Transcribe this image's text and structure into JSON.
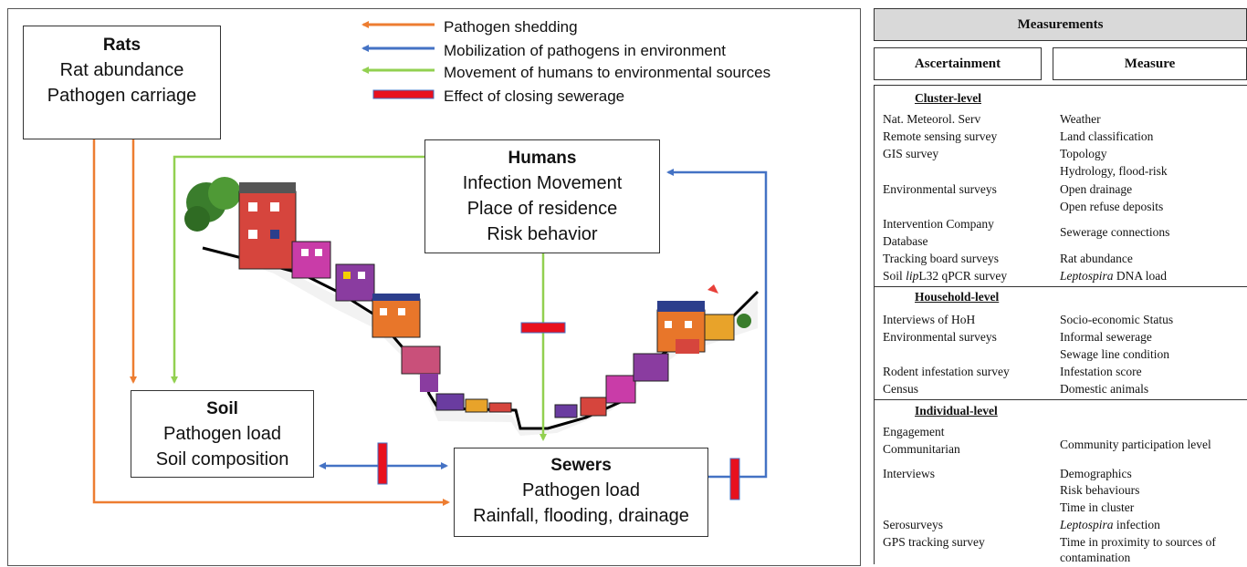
{
  "legend": {
    "items": [
      {
        "label": "Pathogen shedding",
        "color": "#ED7D31"
      },
      {
        "label": "Mobilization of pathogens in environment",
        "color": "#4472C4"
      },
      {
        "label": "Movement of humans to environmental sources",
        "color": "#92D050"
      },
      {
        "label": "Effect of closing sewerage",
        "color": "#E8101E"
      }
    ]
  },
  "boxes": {
    "rats": {
      "title": "Rats",
      "lines": [
        "Rat abundance",
        "Pathogen carriage"
      ]
    },
    "humans": {
      "title": "Humans",
      "lines": [
        "Infection Movement",
        "Place of residence",
        "Risk behavior"
      ]
    },
    "soil": {
      "title": "Soil",
      "lines": [
        "Pathogen load",
        "Soil composition"
      ]
    },
    "sewers": {
      "title": "Sewers",
      "lines": [
        "Pathogen load",
        "Rainfall, flooding, drainage"
      ]
    }
  },
  "table": {
    "header": "Measurements",
    "col_ascertainment": "Ascertainment",
    "col_measure": "Measure",
    "sections": {
      "cluster": {
        "title": "Cluster-level",
        "a": [
          "Nat. Meteorol. Serv",
          "Remote sensing survey",
          "GIS survey",
          "",
          "Environmental surveys",
          "",
          "Intervention Company",
          "Database",
          "Tracking board surveys",
          "Soil lipL32 qPCR survey"
        ],
        "b": [
          "Weather",
          "Land classification",
          "Topology",
          "Hydrology, flood-risk",
          "Open drainage",
          "Open refuse deposits",
          "",
          "Sewerage connections",
          "Rat abundance",
          "Leptospira DNA load"
        ]
      },
      "household": {
        "title": "Household-level",
        "a": [
          "Interviews of HoH",
          "Environmental surveys",
          "",
          "Rodent infestation survey",
          "Census"
        ],
        "b": [
          "Socio-economic Status",
          "Informal sewerage",
          "Sewage line condition",
          "Infestation score",
          "Domestic animals"
        ]
      },
      "individual": {
        "title": "Individual-level",
        "a": [
          "Engagement",
          "Communitarian",
          "Interviews",
          "",
          "",
          "Serosurveys",
          "GPS tracking survey",
          ""
        ],
        "b": [
          "Community participation level",
          "Demographics",
          "Risk behaviours",
          "Time in cluster",
          "Leptospira infection",
          "Time in proximity to sources of",
          "contamination"
        ]
      }
    }
  }
}
